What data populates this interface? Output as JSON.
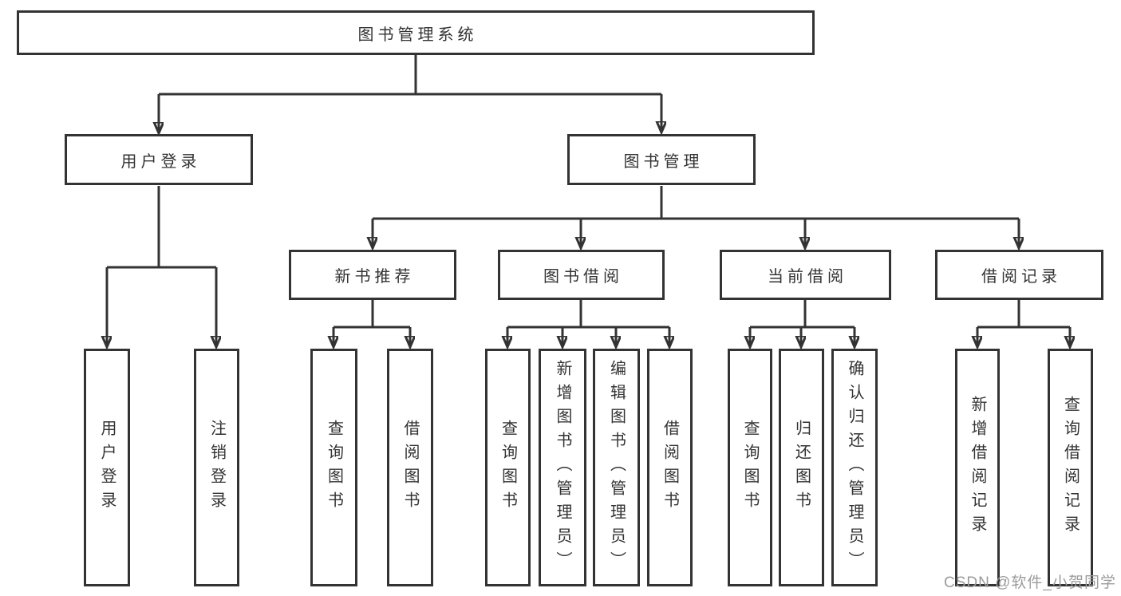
{
  "diagram": {
    "title": "图书管理系统",
    "branches": {
      "user_login": {
        "label": "用户登录",
        "children": {
          "login": "用户登录",
          "logout": "注销登录"
        }
      },
      "book_mgmt": {
        "label": "图书管理",
        "sections": {
          "new_book": {
            "label": "新书推荐",
            "children": {
              "query": "查询图书",
              "borrow": "借阅图书"
            }
          },
          "book_borrow": {
            "label": "图书借阅",
            "children": {
              "query": "查询图书",
              "add": "新增图书（管理员）",
              "edit": "编辑图书（管理员）",
              "borrow": "借阅图书"
            }
          },
          "current_borrow": {
            "label": "当前借阅",
            "children": {
              "query": "查询图书",
              "return": "归还图书",
              "confirm": "确认归还（管理员）"
            }
          },
          "borrow_record": {
            "label": "借阅记录",
            "children": {
              "add": "新增借阅记录",
              "query": "查询借阅记录"
            }
          }
        }
      }
    }
  },
  "watermark": "CSDN @软件_小贺同学",
  "colors": {
    "line": "#333333",
    "box_border": "#333333",
    "box_background": "#ffffff",
    "text": "#333333",
    "watermark": "#9c9c9c"
  }
}
